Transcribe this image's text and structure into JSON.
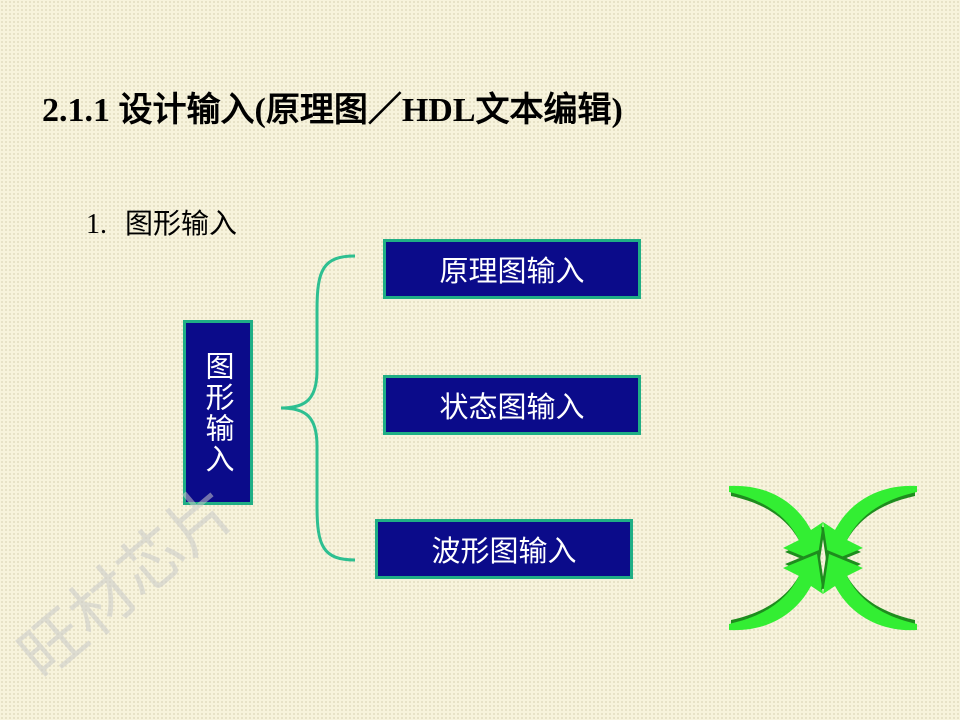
{
  "title": "2.1.1  设计输入(原理图／HDL文本编辑)",
  "section": {
    "number": "1.",
    "label": "图形输入"
  },
  "diagram": {
    "root": "图形输入",
    "children": [
      "原理图输入",
      "状态图输入",
      "波形图输入"
    ]
  },
  "watermark": "旺材芯片",
  "colors": {
    "box": "#0b0b8a",
    "border": "#1fae85",
    "brace": "#2dbf91",
    "arrow": "#33ee33"
  },
  "icons": {
    "decoration": "converging-arrows-icon"
  }
}
